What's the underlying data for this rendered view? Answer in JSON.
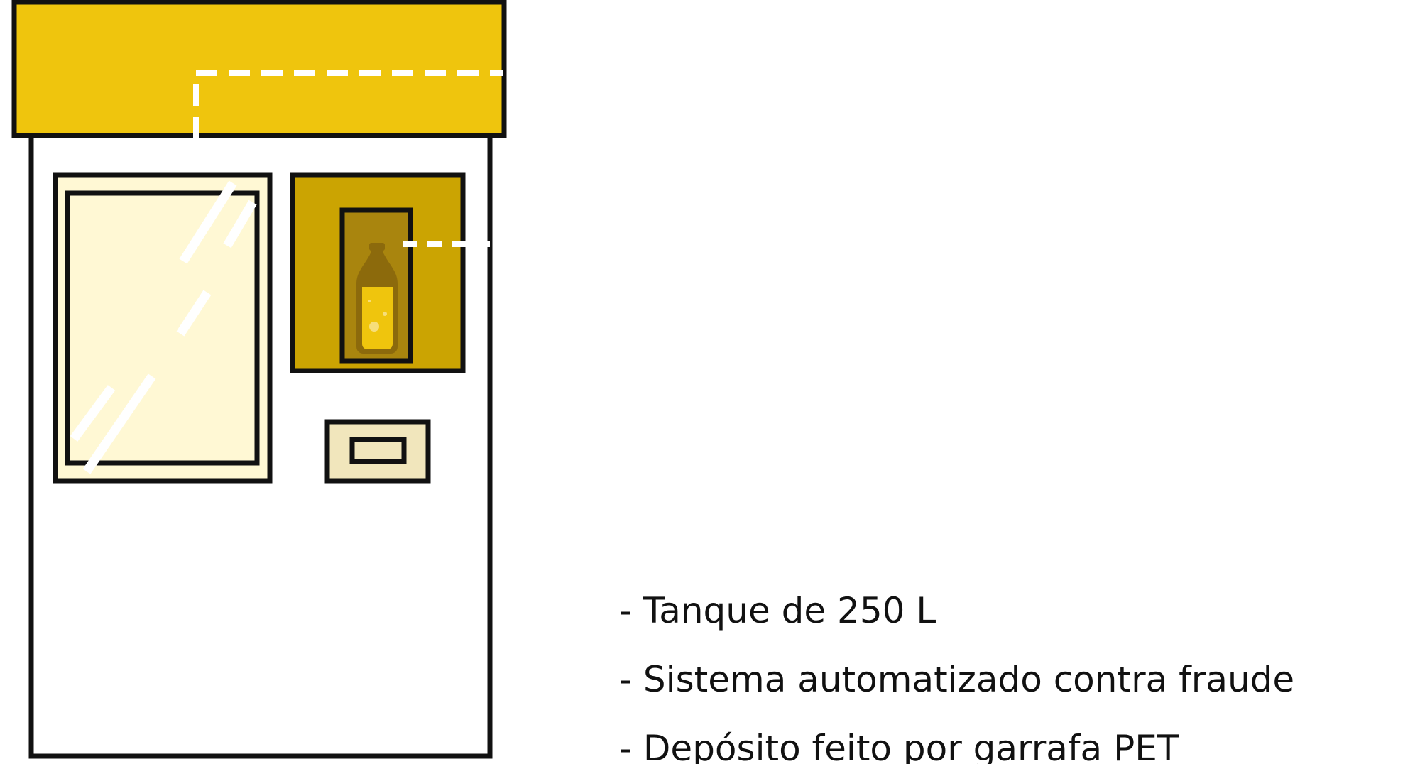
{
  "features": [
    "- Tanque de 250 L",
    "- Sistema automatizado contra fraude",
    "- Depósito feito por garrafa PET"
  ],
  "colors": {
    "roof": "#EFC50D",
    "body": "#FFFFFF",
    "outline": "#111111",
    "window_glass": "#FFF8D4",
    "bottle_bay": "#CBA402",
    "bottle_slot": "#A9850E",
    "bottle": "#8C6A0C",
    "bottle_liquid": "#EFC50D",
    "deposit_slot": "#F1E6BC",
    "dashed_line": "#FFFFFF"
  }
}
